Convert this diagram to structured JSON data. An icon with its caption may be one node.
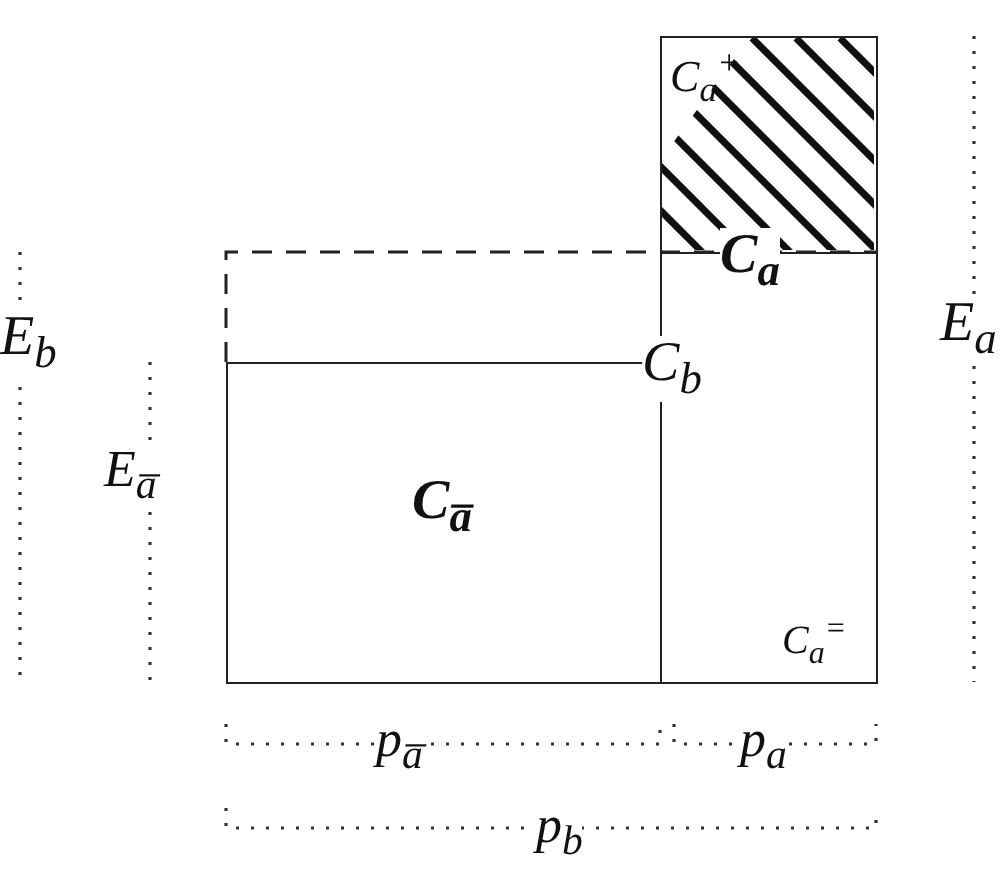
{
  "diagram": {
    "nodes": [
      {
        "text": [
          "C$_{a̅}$"
        ]
      },
      {
        "text": [
          "C$_{a}$$^{+}$"
        ]
      },
      {
        "text": [
          "C$_{a}$$^{=}$"
        ]
      }
    ],
    "labels": [
      "C$_{a}$",
      "C$_{b}$",
      "E$_{b}$",
      "E$_{a̅}$",
      "E$_{a}$",
      "p$_{a̅}$",
      "p$_{a}$",
      "p$_{b}$"
    ]
  }
}
